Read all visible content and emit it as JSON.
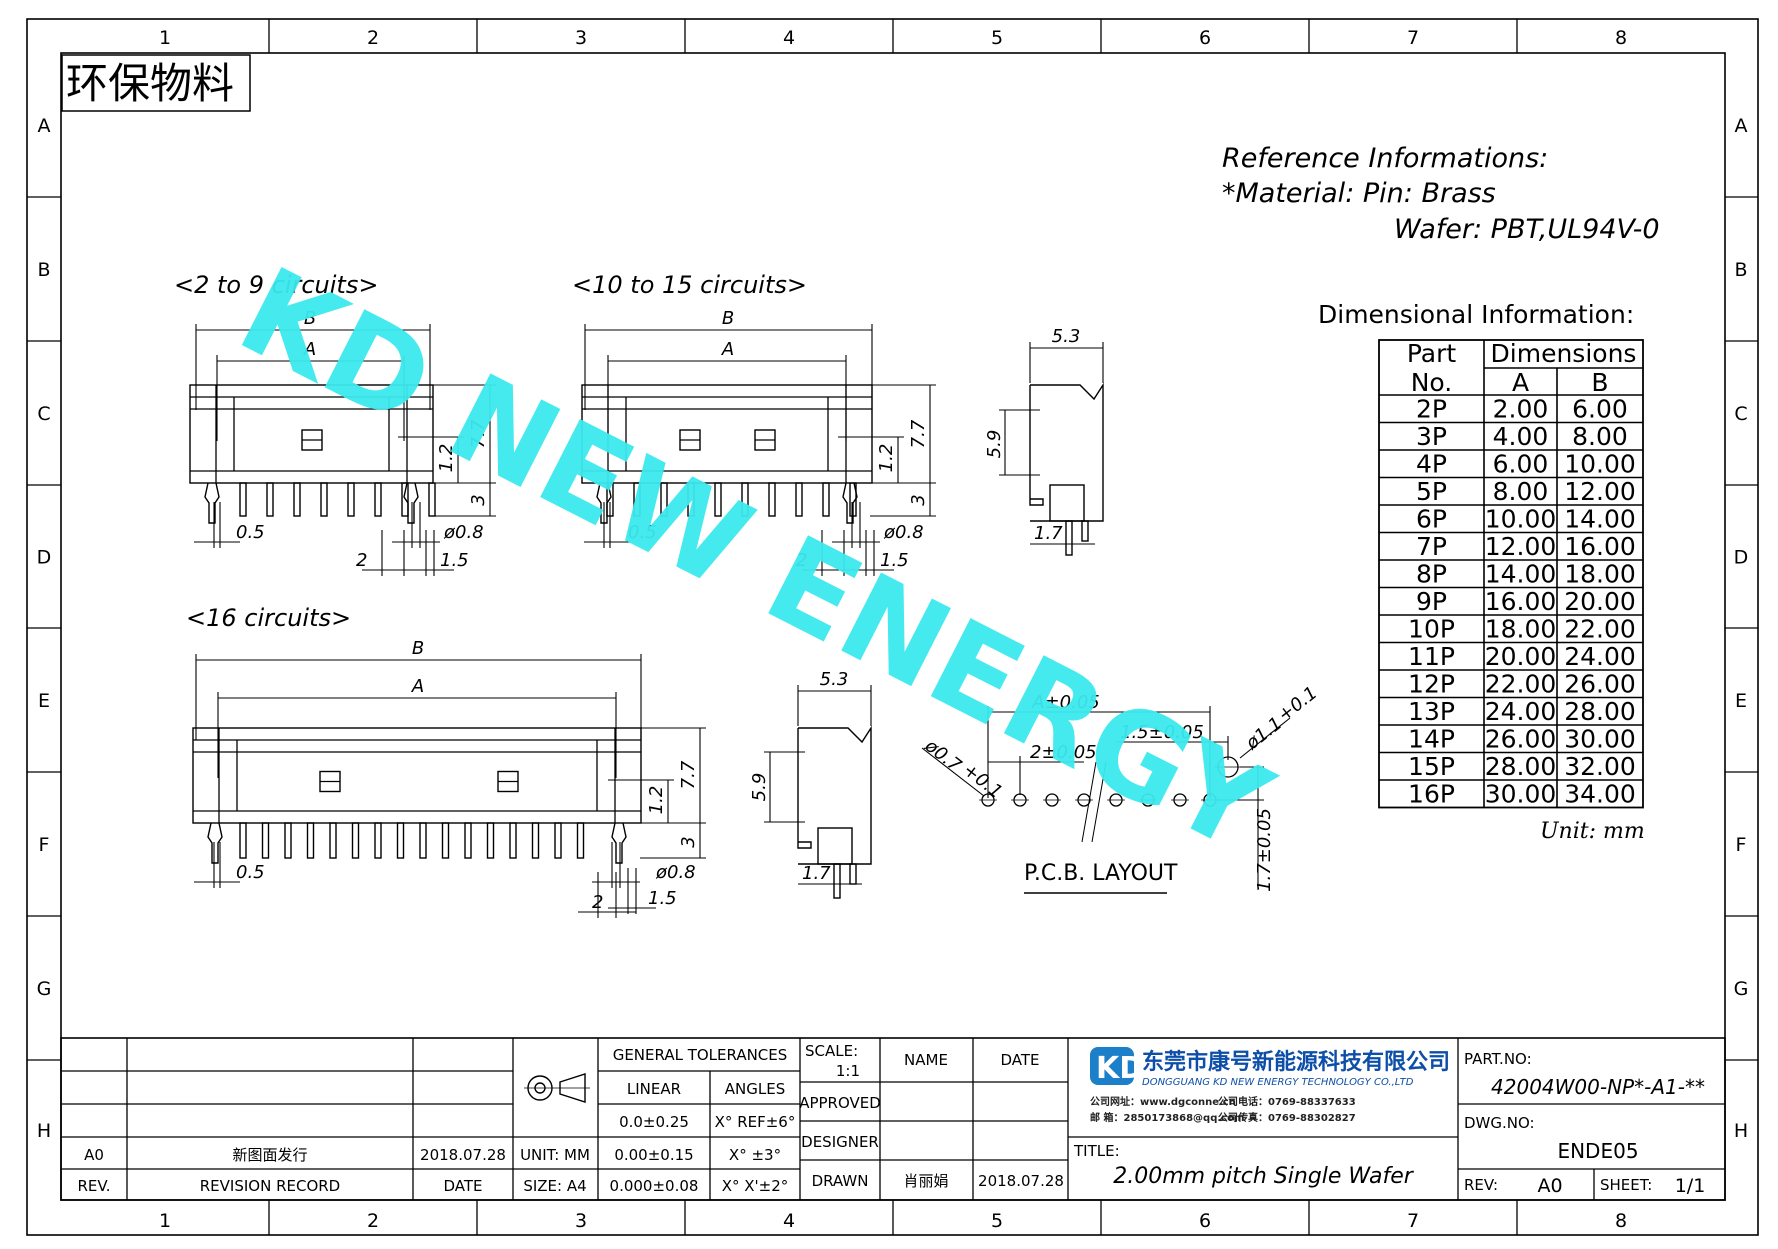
{
  "frame": {
    "columns": [
      "1",
      "2",
      "3",
      "4",
      "5",
      "6",
      "7",
      "8"
    ],
    "rows": [
      "A",
      "B",
      "C",
      "D",
      "E",
      "F",
      "G",
      "H"
    ]
  },
  "stamp": "环保物料",
  "watermark": "KD NEW ENERGY",
  "reference": {
    "line1": "Reference Informations:",
    "line2": "*Material: Pin: Brass",
    "line3": "Wafer: PBT,UL94V-0"
  },
  "dimensional": {
    "title": "Dimensional Information:",
    "header_part": [
      "Part",
      "No."
    ],
    "header_dimensions": "Dimensions",
    "col_a": "A",
    "col_b": "B",
    "rows": [
      [
        "2P",
        "2.00",
        "6.00"
      ],
      [
        "3P",
        "4.00",
        "8.00"
      ],
      [
        "4P",
        "6.00",
        "10.00"
      ],
      [
        "5P",
        "8.00",
        "12.00"
      ],
      [
        "6P",
        "10.00",
        "14.00"
      ],
      [
        "7P",
        "12.00",
        "16.00"
      ],
      [
        "8P",
        "14.00",
        "18.00"
      ],
      [
        "9P",
        "16.00",
        "20.00"
      ],
      [
        "10P",
        "18.00",
        "22.00"
      ],
      [
        "11P",
        "20.00",
        "24.00"
      ],
      [
        "12P",
        "22.00",
        "26.00"
      ],
      [
        "13P",
        "24.00",
        "28.00"
      ],
      [
        "14P",
        "26.00",
        "30.00"
      ],
      [
        "15P",
        "28.00",
        "32.00"
      ],
      [
        "16P",
        "30.00",
        "34.00"
      ]
    ],
    "unit": "Unit: mm"
  },
  "views": {
    "v1_title": "<2 to 9 circuits>",
    "v2_title": "<10 to 15 circuits>",
    "v3_title": "<16 circuits>",
    "dim_b": "B",
    "dim_a": "A",
    "dim_12": "1.2",
    "dim_77": "7.7",
    "dim_3": "3",
    "dim_05": "0.5",
    "dim_08": "ø0.8",
    "dim_2": "2",
    "dim_15": "1.5",
    "side_53": "5.3",
    "side_59": "5.9",
    "side_17": "1.7",
    "pcb_label": "P.C.B. LAYOUT",
    "pcb_a": "A±0.05",
    "pcb_15": "1.5±0.05",
    "pcb_2": "2±0.05",
    "pcb_hole": "ø0.7",
    "pcb_hole_tol": "+0.1",
    "pcb_peg": "ø1.1",
    "pcb_peg_tol": "+0.1",
    "pcb_17": "1.7±0.05"
  },
  "title_block": {
    "rev_value": "A0",
    "rev_desc": "新图面发行",
    "rev_date": "2018.07.28",
    "rev_label": "REV.",
    "record_label": "REVISION RECORD",
    "date_label": "DATE",
    "general_tolerances": "GENERAL TOLERANCES",
    "linear": "LINEAR",
    "angles": "ANGLES",
    "tol_1": "0.0±0.25",
    "tol_2": "0.00±0.15",
    "tol_3": "0.000±0.08",
    "ang_1": "X° REF±6°",
    "ang_2": "X° ±3°",
    "ang_3": "X° X'±2°",
    "unit": "UNIT: MM",
    "size": "SIZE: A4",
    "scale_label": "SCALE:",
    "scale_value": "1:1",
    "name_label": "NAME",
    "date_col": "DATE",
    "approved": "APPROVED",
    "designer": "DESIGNER",
    "drawn": "DRAWN",
    "drawn_name": "肖丽娟",
    "drawn_date": "2018.07.28",
    "company_cn": "东莞市康号新能源科技有限公司",
    "company_en": "DONGGUANG KD NEW ENERGY TECHNOLOGY CO.,LTD",
    "contact_1a": "公司网址：www.dgconne.cn",
    "contact_1b": "公司电话：0769-88337633",
    "contact_2a": "邮  箱：2850173868@qq.com",
    "contact_2b": "公司传真：0769-88302827",
    "title_label": "TITLE:",
    "title_value": "2.00mm pitch Single Wafer",
    "part_no_label": "PART.NO:",
    "part_no": "42004W00-NP*-A1-**",
    "dwg_label": "DWG.NO:",
    "dwg_no": "ENDE05",
    "rev2_label": "REV:",
    "rev2_value": "A0",
    "sheet_label": "SHEET:",
    "sheet_value": "1/1"
  }
}
